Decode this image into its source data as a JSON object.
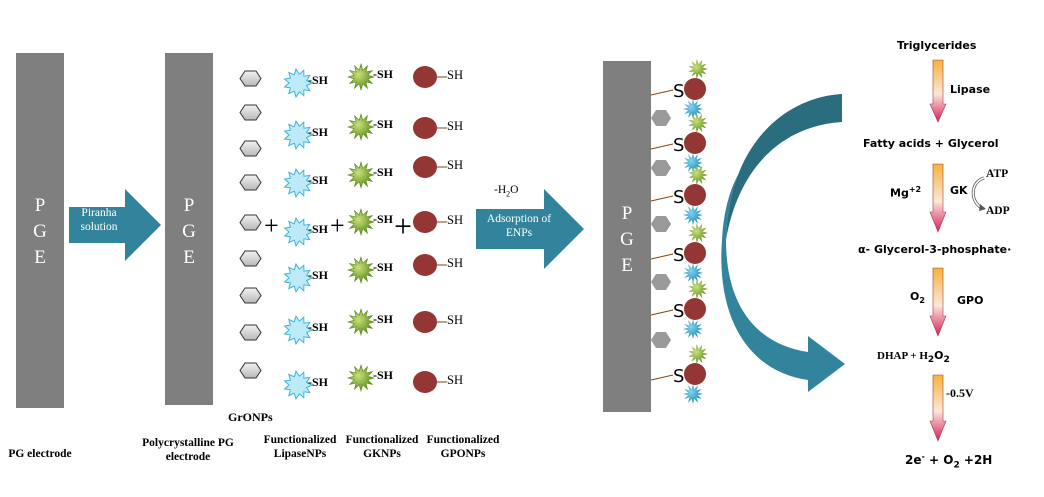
{
  "electrode_letters": [
    "P",
    "G",
    "E"
  ],
  "step1": {
    "caption": "PG electrode",
    "arrow_label_line1": "Piranha",
    "arrow_label_line2": "solution"
  },
  "step2": {
    "caption_line1": "Polycrystalline PG",
    "caption_line2": "electrode"
  },
  "nanoparticles": {
    "gronps_label": "GrONPs",
    "thiol_label": "-SH",
    "thiol_label_plain": "SH",
    "plus": "+",
    "lipase_caption_line1": "Functionalized",
    "lipase_caption_line2": "LipaseNPs",
    "gk_caption_line1": "Functionalized",
    "gk_caption_line2": "GKNPs",
    "gpo_caption_line1": "Functionalized",
    "gpo_caption_line2": "GPONPs"
  },
  "step3": {
    "water_loss": "-H",
    "water_sub": "2",
    "water_o": "O",
    "arrow_label_line1": "Adsorption of",
    "arrow_label_line2": "ENPs",
    "sulfur": "S"
  },
  "pathway": {
    "triglycerides": "Triglycerides",
    "lipase": "Lipase",
    "fatty_acids": "Fatty acids + Glycerol",
    "mg": "Mg",
    "mg_sup": "+2",
    "gk": "GK",
    "atp": "ATP",
    "adp": "ADP",
    "g3p": "α- Glycerol-3-phosphate·",
    "o2": "O",
    "o2_sub": "2",
    "gpo": "GPO",
    "dhap": "DHAP + H",
    "dhap_sub1": "2",
    "dhap_o": "O",
    "dhap_sub2": "2",
    "voltage": "-0.5V",
    "products": "2e",
    "products_sup": "-",
    "products_rest": " + O",
    "products_sub": "2",
    "products_end": " +2H"
  },
  "colors": {
    "electrode": "#7f7f7f",
    "arrow_teal": "#31849b",
    "lipase_np": "#a8e4f5",
    "gk_np": "#7fae32",
    "gpo_np": "#943634",
    "gronp": "#d0d0d0"
  }
}
